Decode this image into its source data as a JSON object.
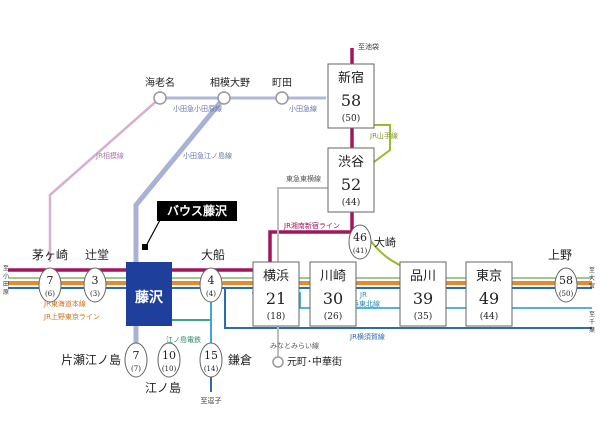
{
  "title": "",
  "colors": {
    "tokaido": "#e8892e",
    "shonanShinjuku": "#a3155c",
    "yokosuka": "#2b6cb0",
    "keihinTohoku": "#3fa7d6",
    "yamanote": "#9ab92e",
    "odakyu": "#b0b8d8",
    "sagami": "#d7b0d0",
    "enoden": "#3aa68a",
    "toyoko": "#bdbdbd",
    "home": "#1f3f9c"
  },
  "home": {
    "name": "藤沢",
    "callout": "バウス藤沢"
  },
  "hubs": [
    {
      "id": "shinjuku",
      "name": "新宿",
      "time": "58",
      "sub": "(50)"
    },
    {
      "id": "shibuya",
      "name": "渋谷",
      "time": "52",
      "sub": "(44)"
    },
    {
      "id": "yokohama",
      "name": "横浜",
      "time": "21",
      "sub": "(18)"
    },
    {
      "id": "kawasaki",
      "name": "川崎",
      "time": "30",
      "sub": "(26)"
    },
    {
      "id": "shinagawa",
      "name": "品川",
      "time": "39",
      "sub": "(35)"
    },
    {
      "id": "tokyo",
      "name": "東京",
      "time": "49",
      "sub": "(44)"
    }
  ],
  "stops": [
    {
      "id": "chigasaki",
      "name": "茅ヶ崎",
      "time": "7",
      "sub": "(6)"
    },
    {
      "id": "tsujido",
      "name": "辻堂",
      "time": "3",
      "sub": "(3)"
    },
    {
      "id": "ofuna",
      "name": "大船",
      "time": "4",
      "sub": "(4)"
    },
    {
      "id": "osaki",
      "name": "大崎",
      "time": "46",
      "sub": "(41)"
    },
    {
      "id": "ueno",
      "name": "上野",
      "time": "58",
      "sub": "(50)"
    },
    {
      "id": "katase",
      "name": "片瀬江ノ島",
      "time": "7",
      "sub": "(7)"
    },
    {
      "id": "enoshima",
      "name": "江ノ島",
      "time": "10",
      "sub": "(10)"
    },
    {
      "id": "kamakura",
      "name": "鎌倉",
      "time": "15",
      "sub": "(14)"
    }
  ],
  "smallStations": {
    "ebina": "海老名",
    "sagamiono": "相模大野",
    "machida": "町田",
    "motomachi": "元町･中華街"
  },
  "lineLabels": {
    "odakyuOdawara1": "小田急小田原線",
    "odakyuOdawara2": "小田急線",
    "sagamiLine": "JR相模線",
    "odakyuEnoshima": "小田急江ノ島線",
    "yamanote": "JR山手線",
    "toyoko": "東急東横線",
    "shonanShinjuku": "JR湘南新宿ライン",
    "tokaido": "JR東海道本線",
    "ueno": "JR上野東京ライン",
    "keihin1": "JR",
    "keihin2": "京浜東北線",
    "yokosuka": "JR横須賀線",
    "minatomirai": "みなとみらい線",
    "enoden": "江ノ島電鉄"
  },
  "directions": {
    "ikebukuro": "至池袋",
    "odawara1": "至",
    "odawara2": "小",
    "odawara3": "田",
    "odawara4": "原",
    "omiya1": "至",
    "omiya2": "大",
    "omiya3": "宮",
    "chiba1": "至",
    "chiba2": "千",
    "chiba3": "葉",
    "zushi": "至逗子"
  }
}
